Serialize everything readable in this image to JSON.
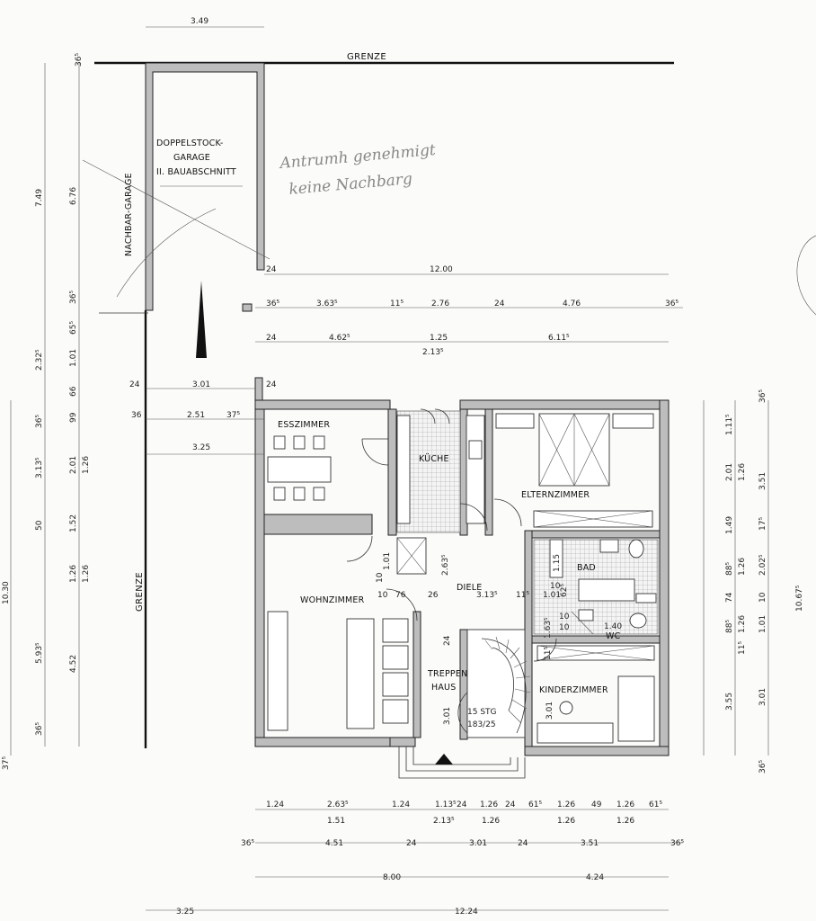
{
  "labels": {
    "grenze_top": "GRENZE",
    "grenze_side": "GRENZE",
    "nachbar_garage": "NACHBAR-GARAGE",
    "garage_line1": "DOPPELSTOCK-",
    "garage_line2": "GARAGE",
    "garage_line3": "II. BAUABSCHNITT",
    "esszimmer": "ESSZIMMER",
    "kueche": "KÜCHE",
    "elternzimmer": "ELTERNZIMMER",
    "bad": "BAD",
    "wc": "WC",
    "diele": "DIELE",
    "wohnzimmer": "WOHNZIMMER",
    "treppenhaus_1": "TREPPEN",
    "treppenhaus_2": "HAUS",
    "kinderzimmer": "KINDERZIMMER",
    "stair_steps": "15 STG",
    "stair_ratio": "183/25"
  },
  "handwriting": {
    "line1": "Antrumh genehmigt",
    "line2": "keine Nachbarg"
  },
  "dims": {
    "top_garage_width": "3.49",
    "left_365_top": "36⁵",
    "left_749": "7.49",
    "left_676": "6.76",
    "left_365_b": "36⁵",
    "left_2325": "2.32⁵",
    "left_655": "65⁵",
    "left_101": "1.01",
    "left_66": "66",
    "left_365_c": "36⁵",
    "left_99": "99",
    "left_3135": "3.13⁵",
    "left_201": "2.01",
    "left_126_a": "1.26",
    "left_50": "50",
    "left_152": "1.52",
    "left_126_b": "1.26",
    "left_126_c": "1.26",
    "left_1030": "10.30",
    "left_5935": "5.93⁵",
    "left_452": "4.52",
    "left_365_d": "36⁵",
    "left_375": "37⁵",
    "h_24_a": "24",
    "h_1200": "12.00",
    "h_365_a": "36⁵",
    "h_3635": "3.63⁵",
    "h_115": "11⁵",
    "h_276": "2.76",
    "h_24_b": "24",
    "h_476": "4.76",
    "h_365_b": "36⁵",
    "h_24_c": "24",
    "h_4625": "4.62⁵",
    "h_125": "1.25",
    "h_6115": "6.11⁵",
    "h_2135": "2.13⁵",
    "h_24_d": "24",
    "h_301": "3.01",
    "h_24_e": "24",
    "h_36": "36",
    "h_251": "2.51",
    "h_375": "37⁵",
    "h_325": "3.25",
    "r_365_top": "36⁵",
    "r_1115": "1.11⁵",
    "r_201": "2.01",
    "r_126_a": "1.26",
    "r_351": "3.51",
    "r_149": "1.49",
    "r_175": "17⁵",
    "r_885": "88⁵",
    "r_126_b": "1.26",
    "r_2025": "2.02⁵",
    "r_74": "74",
    "r_10": "10",
    "r_10675": "10.67⁵",
    "r_885_b": "88⁵",
    "r_126_c": "1.26",
    "r_101": "1.01",
    "r_115": "11⁵",
    "r_355": "3.55",
    "r_301": "3.01",
    "r_365_bot": "36⁵",
    "in_101": "1.01",
    "in_10_a": "10",
    "in_10_b": "10",
    "in_76": "76",
    "in_26": "26",
    "in_2635": "2.63⁵",
    "in_3135": "3.13⁵",
    "in_115_a": "11⁵",
    "in_101_b": "1.01",
    "in_115_b": "1.15",
    "in_625": "62⁵",
    "in_10_c": "10",
    "in_10_d": "10",
    "in_140": "1.40",
    "in_115_c": "11⁵",
    "in_1635": "1.63⁵",
    "in_24": "24",
    "in_301_a": "3.01",
    "in_301_b": "3.01",
    "in_10_e": "10",
    "b1_124_a": "1.24",
    "b1_2635": "2.63⁵",
    "b1_124_b": "1.24",
    "b1_1135": "1.13⁵",
    "b1_24_a": "24",
    "b1_126_a": "1.26",
    "b1_24_b": "24",
    "b1_615_a": "61⁵",
    "b1_126_b": "1.26",
    "b1_49": "49",
    "b1_126_c": "1.26",
    "b1_615_b": "61⁵",
    "b2_151": "1.51",
    "b2_2135": "2.13⁵",
    "b2_126_a": "1.26",
    "b2_126_b": "1.26",
    "b2_126_c": "1.26",
    "b3_365_a": "36⁵",
    "b3_451": "4.51",
    "b3_24_a": "24",
    "b3_301": "3.01",
    "b3_24_b": "24",
    "b3_351": "3.51",
    "b3_365_b": "36⁵",
    "b4_800": "8.00",
    "b4_424": "4.24",
    "b5_325": "3.25",
    "b5_1224": "12.24"
  }
}
